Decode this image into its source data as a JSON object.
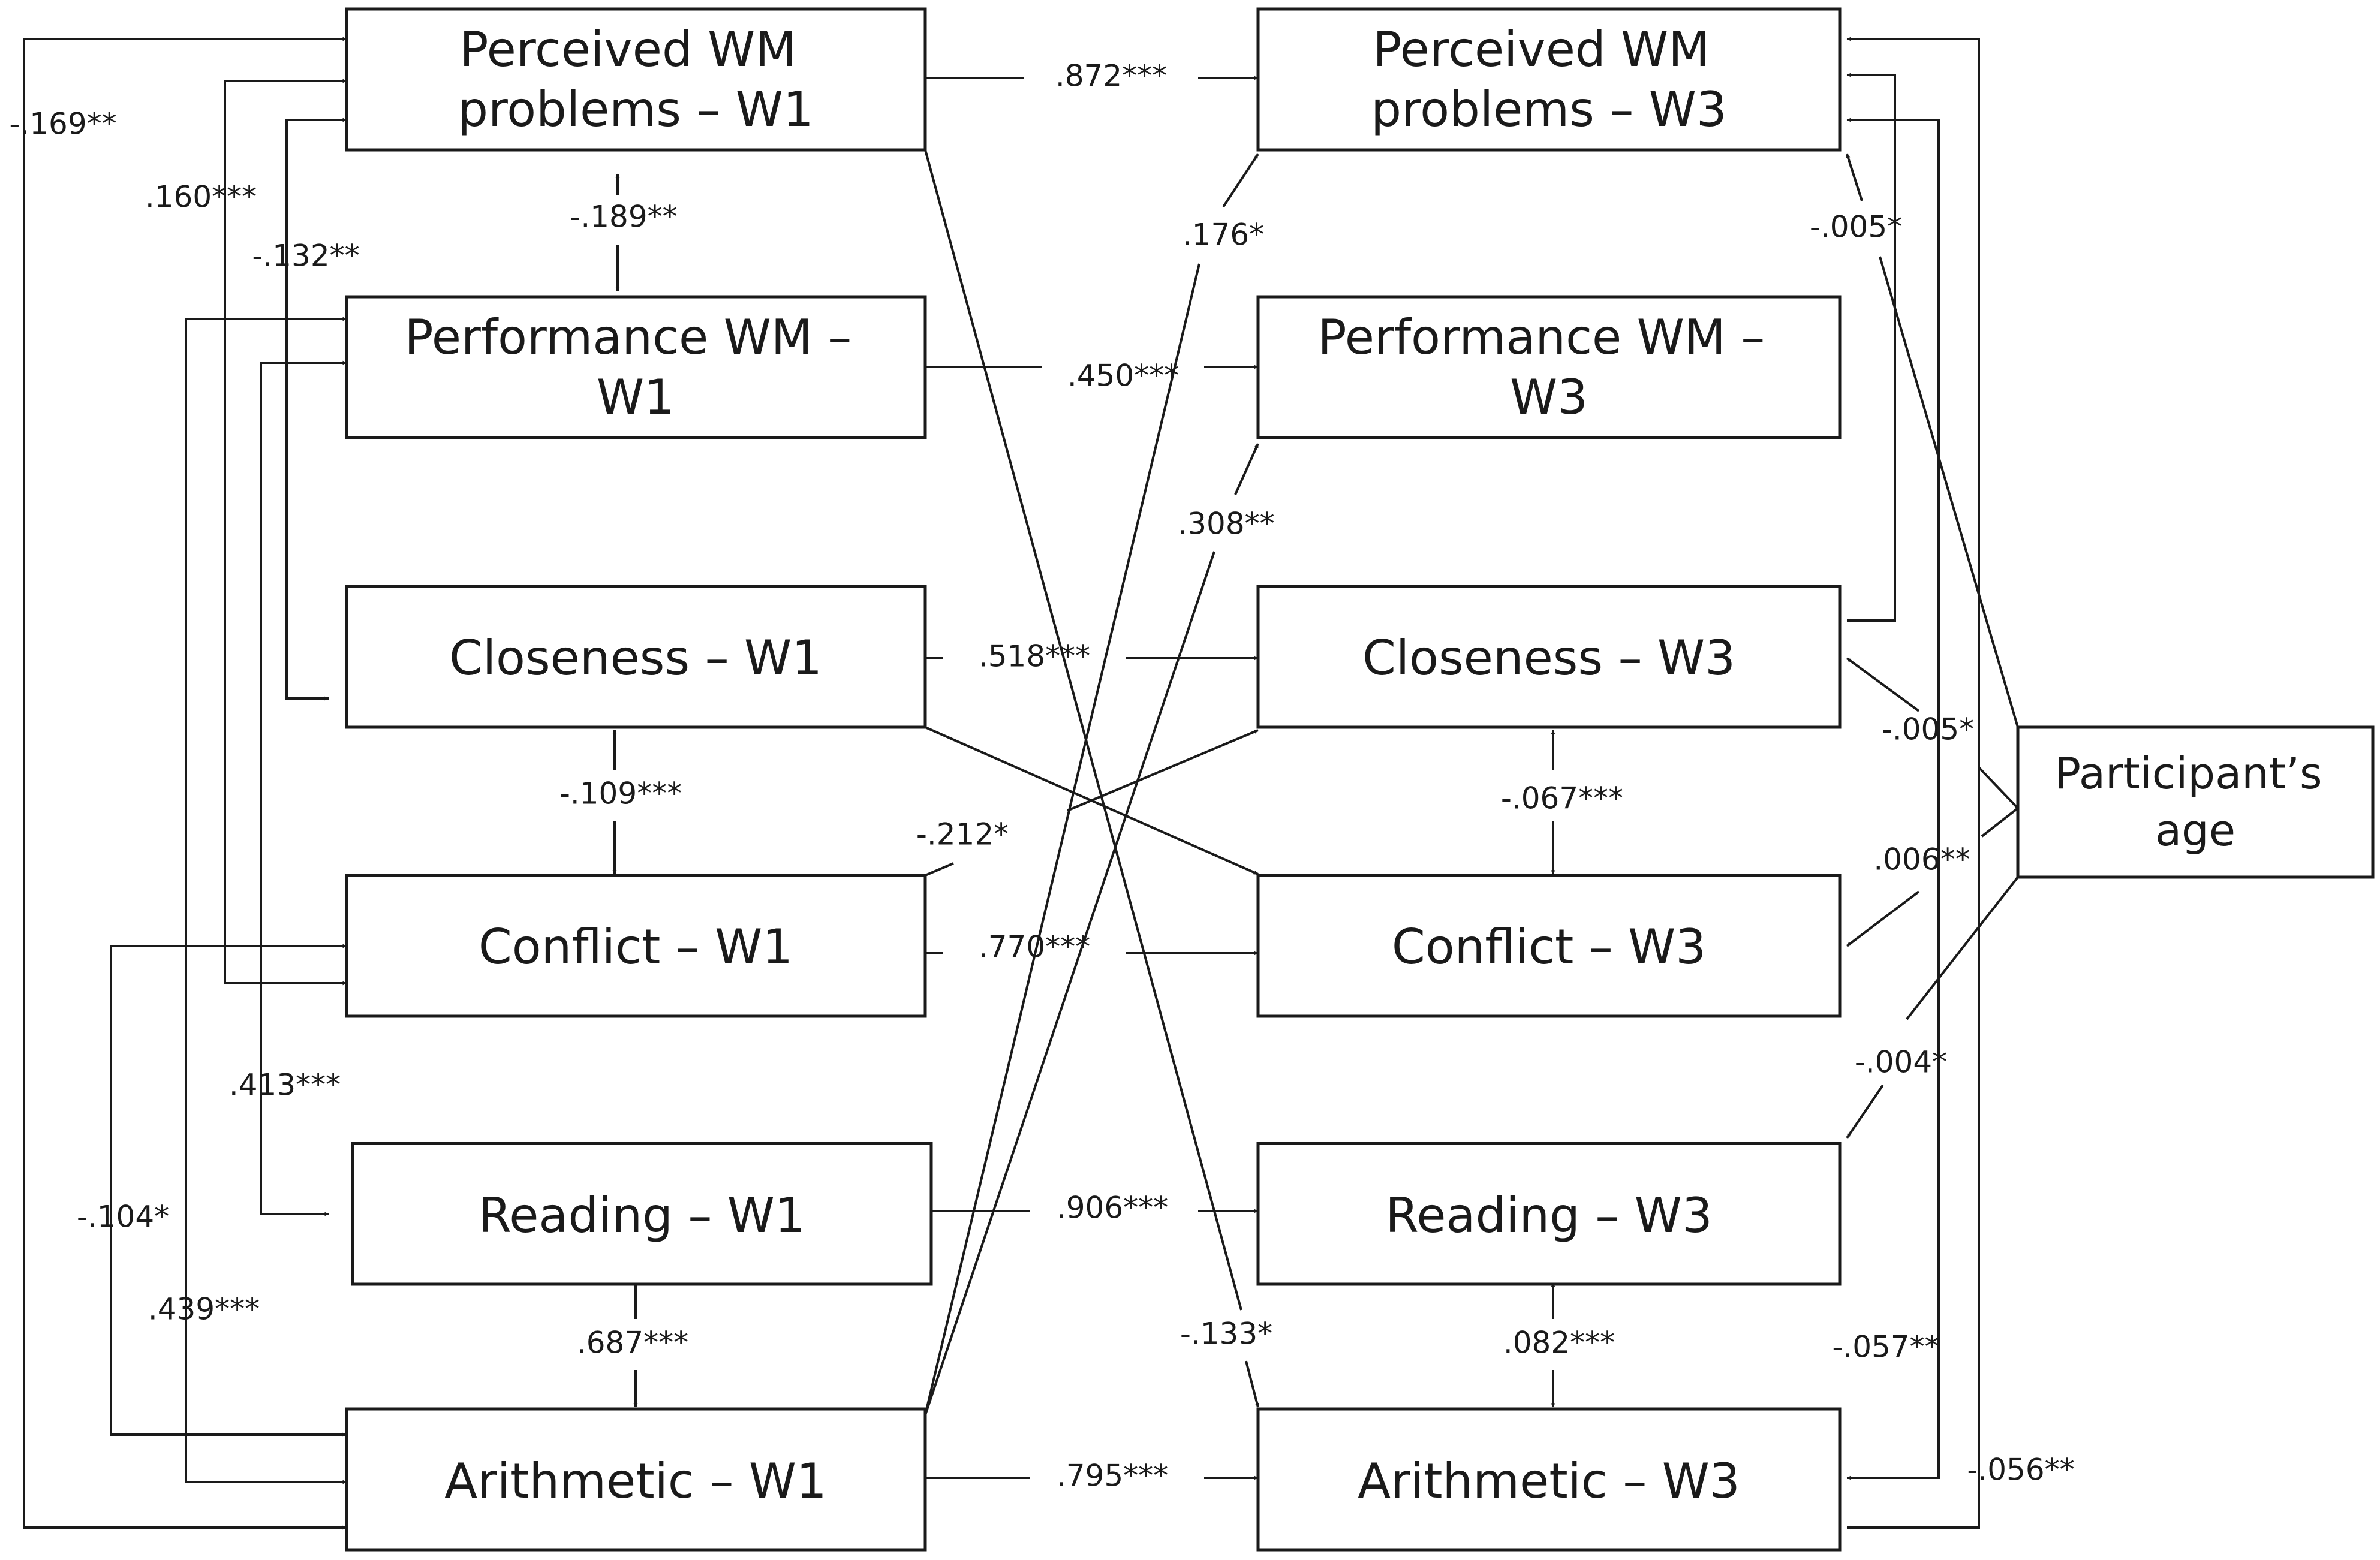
{
  "boxes": {
    "perceived_w1": [
      "Perceived WM",
      "problems – W1"
    ],
    "performance_w1": [
      "Performance WM –",
      "W1"
    ],
    "closeness_w1": [
      "Closeness – W1"
    ],
    "conflict_w1": [
      "Conflict – W1"
    ],
    "reading_w1": [
      "Reading – W1"
    ],
    "arithmetic_w1": [
      "Arithmetic – W1"
    ],
    "perceived_w3": [
      "Perceived WM",
      "problems – W3"
    ],
    "performance_w3": [
      "Performance WM –",
      "W3"
    ],
    "closeness_w3": [
      "Closeness – W3"
    ],
    "conflict_w3": [
      "Conflict – W3"
    ],
    "reading_w3": [
      "Reading – W3"
    ],
    "arithmetic_w3": [
      "Arithmetic – W3"
    ],
    "age": [
      "Participant’s",
      "age"
    ]
  },
  "coefficients": {
    "perceived_stability": ".872***",
    "performance_stability": ".450***",
    "closeness_stability": ".518***",
    "conflict_stability": ".770***",
    "reading_stability": ".906***",
    "arithmetic_stability": ".795***",
    "cov_perceived_performance_w1": "-.189**",
    "cov_closeness_conflict_w1": "-.109***",
    "cov_reading_arithmetic_w1": ".687***",
    "cov_closeness_conflict_w3": "-.067***",
    "cov_reading_arithmetic_w3": ".082***",
    "left_169": "-.169**",
    "left_160": ".160***",
    "left_132": "-.132**",
    "left_413": ".413***",
    "left_104": "-.104*",
    "left_439": ".439***",
    "cross_176": ".176*",
    "cross_308": ".308**",
    "cross_212": "-.212*",
    "cross_133": "-.133*",
    "age_perceived": "-.005*",
    "age_closeness": "-.005*",
    "age_conflict": ".006**",
    "age_reading": "-.004*",
    "age_057": "-.057**",
    "age_056": "-.056**"
  }
}
